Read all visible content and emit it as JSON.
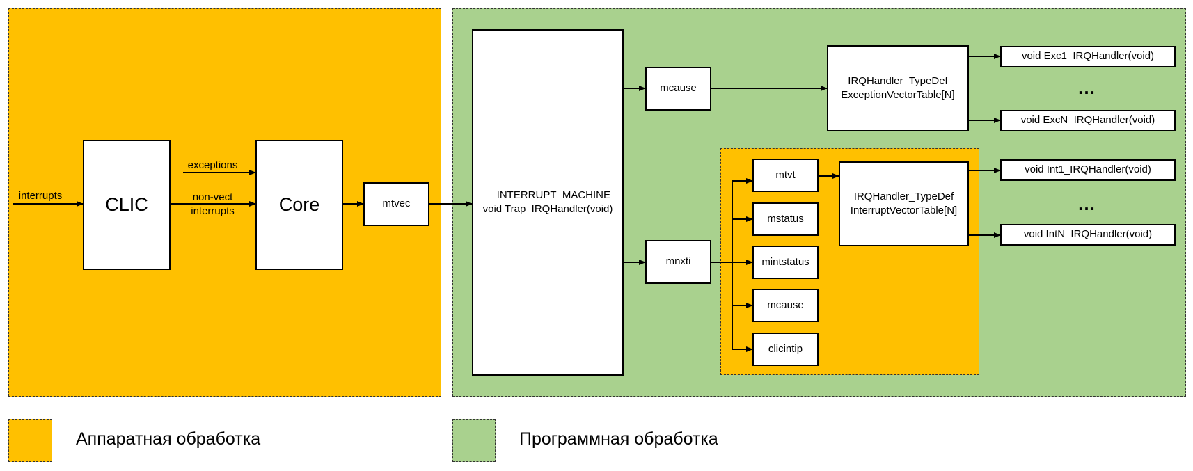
{
  "colors": {
    "hardware": "#FFC000",
    "software": "#A9D18E",
    "box": "#FFFFFF",
    "line": "#000000"
  },
  "labels": {
    "interrupts": "interrupts",
    "exceptions": "exceptions",
    "nonvect": "non-vect\ninterrupts"
  },
  "boxes": {
    "clic": "CLIC",
    "core": "Core",
    "mtvec": "mtvec",
    "trap": "__INTERRUPT_MACHINE\nvoid Trap_IRQHandler(void)",
    "mcause_top": "mcause",
    "mnxti": "mnxti",
    "exc_table": "IRQHandler_TypeDef\nExceptionVectorTable[N]",
    "int_table": "IRQHandler_TypeDef\nInterruptVectorTable[N]",
    "mtvt": "mtvt",
    "mstatus": "mstatus",
    "mintstatus": "mintstatus",
    "mcause_inner": "mcause",
    "clicintip": "clicintip",
    "exc1": "void Exc1_IRQHandler(void)",
    "excn": "void ExcN_IRQHandler(void)",
    "int1": "void Int1_IRQHandler(void)",
    "intn": "void IntN_IRQHandler(void)"
  },
  "ellipsis": "…",
  "legend": {
    "hardware": "Аппаратная обработка",
    "software": "Программная обработка"
  }
}
